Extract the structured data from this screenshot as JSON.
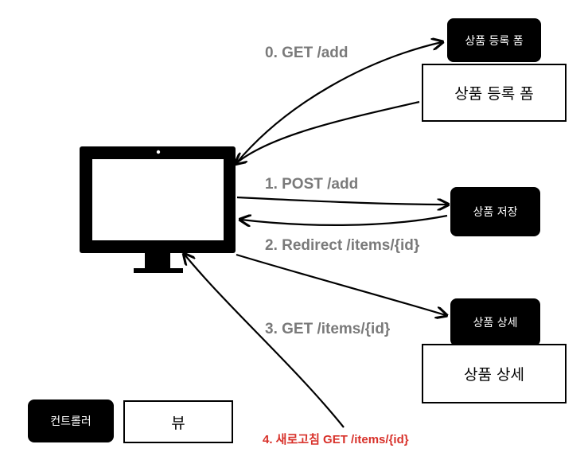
{
  "steps": {
    "s0": "0. GET /add",
    "s1": "1. POST /add",
    "s2": "2. Redirect /items/{id}",
    "s3": "3. GET /items/{id}",
    "s4": "4. 새로고침 GET /items/{id}"
  },
  "controllers": {
    "add_form": "상품 등록 폼",
    "save": "상품 저장",
    "detail": "상품 상세"
  },
  "views": {
    "add_form": "상품 등록 폼",
    "detail": "상품 상세"
  },
  "legend": {
    "controller": "컨트롤러",
    "view": "뷰"
  },
  "colors": {
    "controller_bg": "#000000",
    "label_gray": "#7a7a7a",
    "refresh_red": "#d8312a"
  },
  "icons": [
    "monitor-icon"
  ]
}
